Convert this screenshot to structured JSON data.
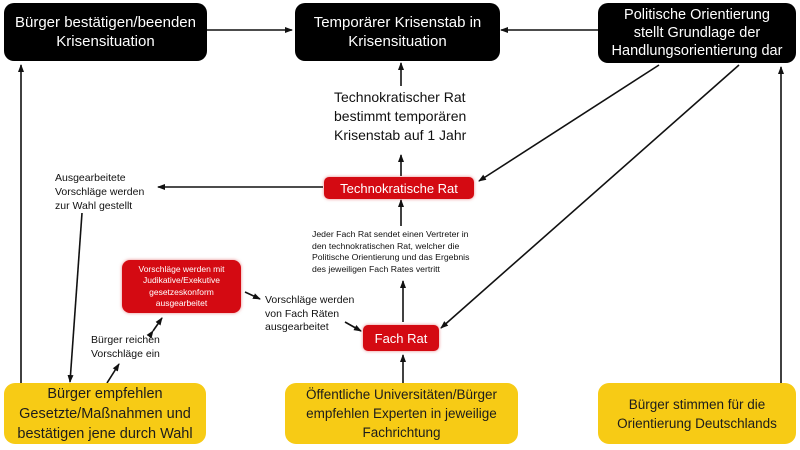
{
  "diagram": {
    "nodes": {
      "confirm_crisis": {
        "text": "Bürger bestätigen/beenden\nKrisensituation"
      },
      "crisis_staff": {
        "text": "Temporärer Krisenstab in\nKrisensituation"
      },
      "political_orientation": {
        "text": "Politische Orientierung\nstellt Grundlage der\nHandlungsorientierung dar"
      },
      "technocratic_council": {
        "text": "Technokratische Rat"
      },
      "legal_review": {
        "text": "Vorschläge werden mit\nJudikative/Exekutive\ngesetzeskonform\nausgearbeitet"
      },
      "expert_council": {
        "text": "Fach Rat"
      },
      "citizens_recommend": {
        "text": "Bürger empfehlen\nGesetzte/Maßnahmen und\nbestätigen jene durch Wahl"
      },
      "universities_recommend": {
        "text": "Öffentliche Universitäten/Bürger\nempfehlen Experten in jeweilige\nFachrichtung"
      },
      "citizens_vote": {
        "text": "Bürger stimmen für die\nOrientierung Deutschlands"
      }
    },
    "labels": {
      "technocratic_appoints": "Technokratischer Rat\nbestimmt temporären\nKrisenstab auf 1 Jahr",
      "proposals_to_vote": "Ausgearbeitete\nVorschläge werden\nzur Wahl gestellt",
      "representative": "Jeder Fach Rat sendet einen Vertreter in\nden technokratischen Rat, welcher die\nPolitische Orientierung und das Ergebnis\ndes jeweiligen Fach Rates vertritt",
      "proposals_by_councils": "Vorschläge werden\nvon Fach Räten\nausgearbeitet",
      "citizens_submit": "Bürger reichen\nVorschläge ein"
    },
    "colors": {
      "black_node": "#000000",
      "red_node": "#d40a12",
      "yellow_node": "#f7cb15",
      "arrow": "#111111"
    }
  }
}
